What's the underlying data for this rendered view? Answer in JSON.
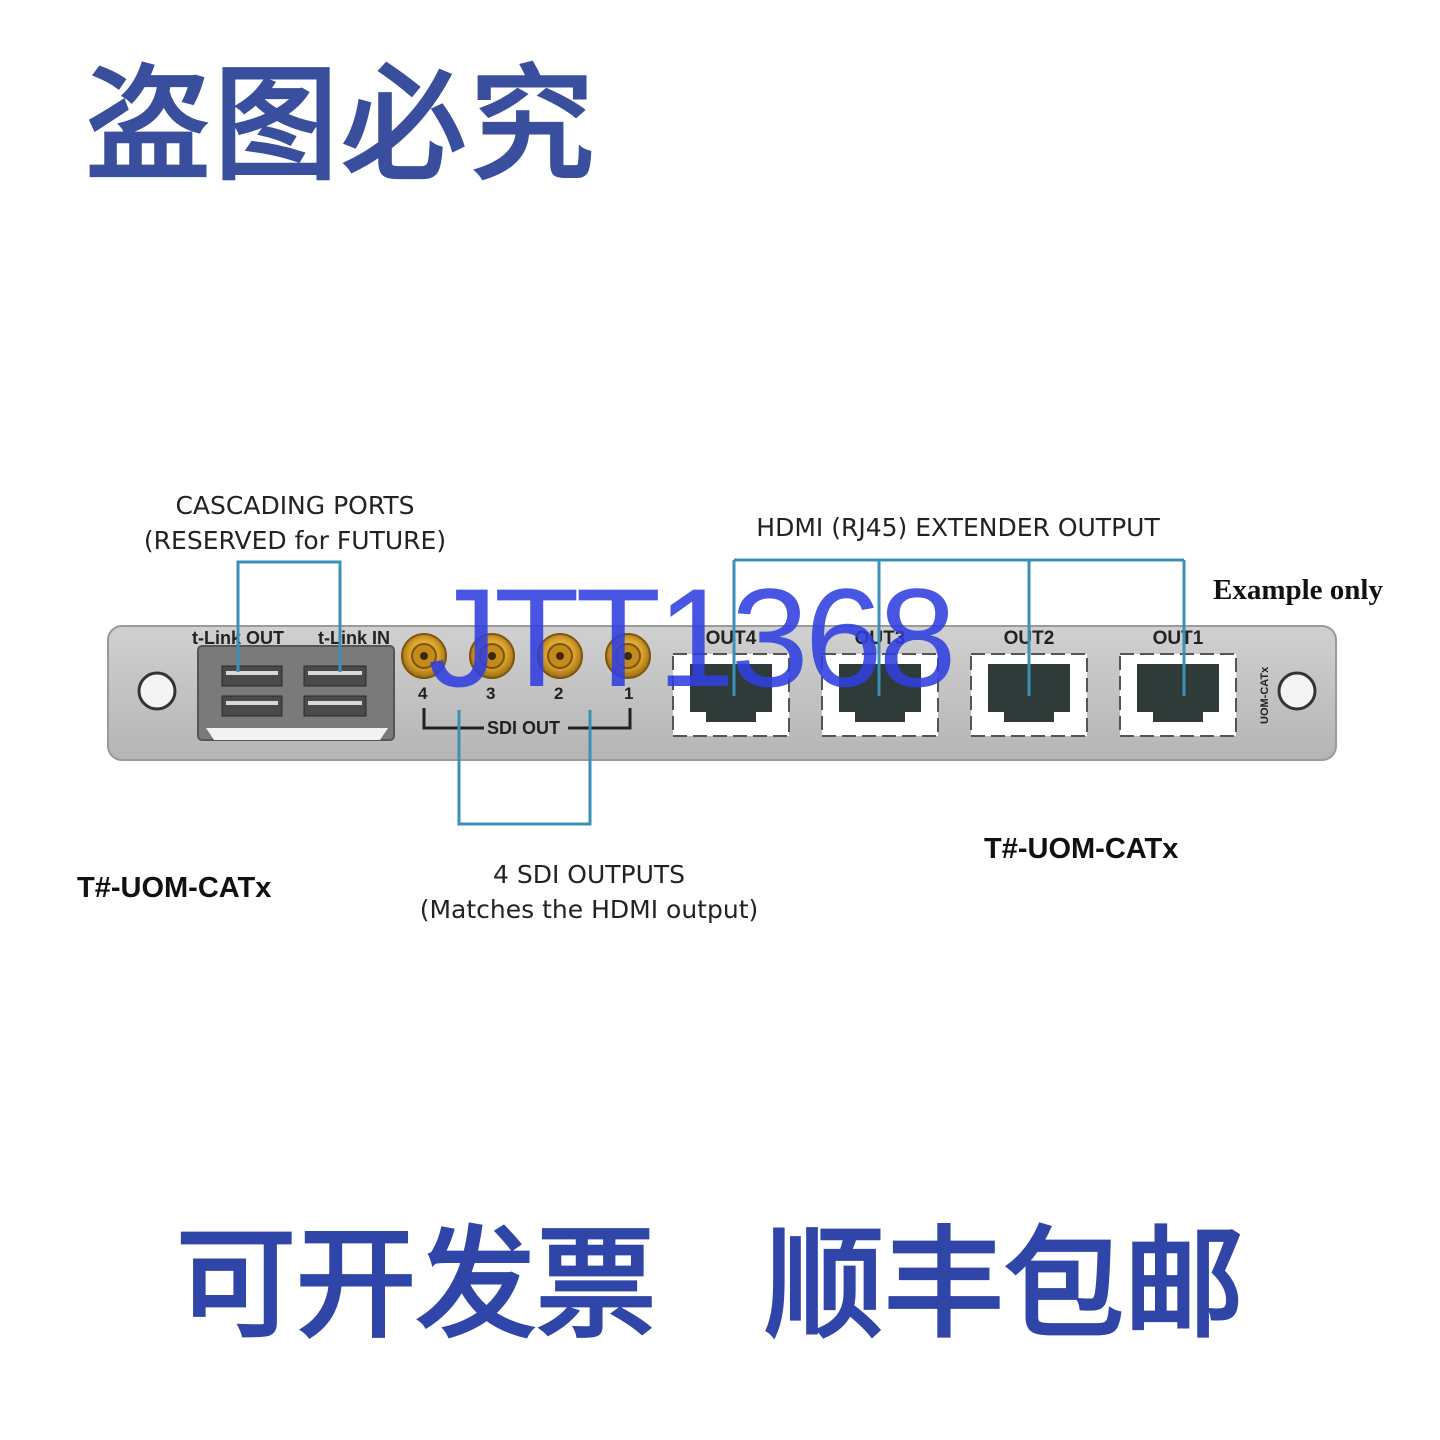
{
  "banner_top": "盗图必究",
  "banner_bottom": {
    "left": "可开发票",
    "right": "顺丰包邮"
  },
  "callouts": {
    "cascading_line1": "CASCADING PORTS",
    "cascading_line2": "(RESERVED for FUTURE)",
    "hdmi_output": "HDMI (RJ45) EXTENDER OUTPUT",
    "sdi_line1": "4 SDI OUTPUTS",
    "sdi_line2": "(Matches the HDMI output)"
  },
  "example_note": "Example only",
  "watermark": "JTT1368",
  "model_left": "T#-UOM-CATx",
  "model_right": "T#-UOM-CATx",
  "panel": {
    "tlink_out": "t-Link OUT",
    "tlink_in": "t-Link IN",
    "sdi_numbers": [
      "4",
      "3",
      "2",
      "1"
    ],
    "sdi_out": "SDI OUT",
    "rj45_labels": [
      "OUT4",
      "OUT3",
      "OUT2",
      "OUT1"
    ],
    "side_label": "UOM-CATx"
  },
  "colors": {
    "callout_line": "#3c8fb6",
    "panel_face": "#c3c3c3",
    "bnc_gold": "#d9a22c",
    "banner_blue": "#3a4e9e",
    "watermark_blue": "#2f3fe0"
  }
}
